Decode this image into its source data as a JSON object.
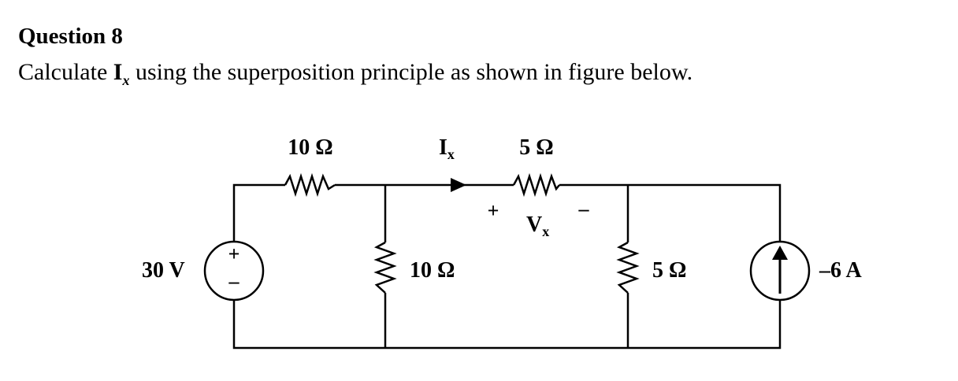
{
  "question": {
    "title": "Question 8",
    "prompt_before": "Calculate ",
    "prompt_var_main": "I",
    "prompt_var_sub": "x",
    "prompt_after": " using the superposition principle as shown in figure below."
  },
  "circuit": {
    "r_top_left_label": "10 Ω",
    "r_top_right_label": "5 Ω",
    "r_mid_left_label": "10 Ω",
    "r_mid_right_label": "5 Ω",
    "ix_main": "I",
    "ix_sub": "x",
    "vx_main": "V",
    "vx_sub": "x",
    "vx_plus": "+",
    "vx_minus": "–",
    "vsrc_label": "30 V",
    "vsrc_plus": "+",
    "vsrc_minus": "–",
    "isrc_label": "–6 A"
  }
}
